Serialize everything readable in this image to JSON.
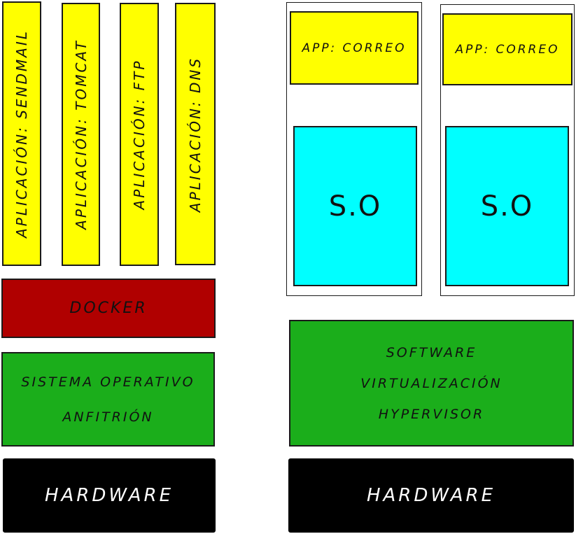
{
  "left": {
    "apps": [
      {
        "label": "APLICACIÓN: SENDMAIL"
      },
      {
        "label": "APLICACIÓN: TOMCAT"
      },
      {
        "label": "APLICACIÓN: FTP"
      },
      {
        "label": "APLICACIÓN: DNS"
      }
    ],
    "docker": "DOCKER",
    "host_os": {
      "line1": "SISTEMA OPERATIVO",
      "line2": "ANFITRIÓN"
    },
    "hardware": "HARDWARE"
  },
  "right": {
    "vms": [
      {
        "app": "APP: CORREO",
        "os": "S.O"
      },
      {
        "app": "APP: CORREO",
        "os": "S.O"
      }
    ],
    "hypervisor": {
      "line1": "SOFTWARE",
      "line2": "VIRTUALIZACIÓN",
      "line3": "HYPERVISOR"
    },
    "hardware": "HARDWARE"
  },
  "colors": {
    "app": "#ffff00",
    "guest_os": "#00ffff",
    "docker": "#b00000",
    "host_layer": "#1bae1b",
    "hardware": "#000000"
  }
}
